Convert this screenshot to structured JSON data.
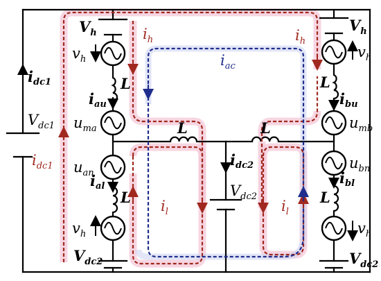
{
  "labels": {
    "vh_top_left": {
      "main": "V",
      "sub": "h"
    },
    "vh_top_right": {
      "main": "V",
      "sub": "h"
    },
    "vh_src_tl": {
      "main": "v",
      "sub": "h"
    },
    "vh_src_tr": {
      "main": "v",
      "sub": "h"
    },
    "vh_src_bl": {
      "main": "v",
      "sub": "h"
    },
    "vh_src_br": {
      "main": "v",
      "sub": "h"
    },
    "L_au": "L",
    "L_bu": "L",
    "L_al": "L",
    "L_bl": "L",
    "L_mid_left": "L",
    "L_mid_right": "L",
    "i_au": {
      "main": "i",
      "sub": "au"
    },
    "i_bu": {
      "main": "i",
      "sub": "bu"
    },
    "i_al": {
      "main": "i",
      "sub": "al"
    },
    "i_bl": {
      "main": "i",
      "sub": "bl"
    },
    "u_ma": {
      "main": "u",
      "sub": "ma"
    },
    "u_mb": {
      "main": "u",
      "sub": "mb"
    },
    "u_an": {
      "main": "u",
      "sub": "an"
    },
    "u_bn": {
      "main": "u",
      "sub": "bn"
    },
    "i_dc1_top": {
      "main": "i",
      "sub": "dc1"
    },
    "V_dc1": {
      "main": "V",
      "sub": "dc1"
    },
    "i_dc1_red": {
      "main": "i",
      "sub": "dc1"
    },
    "i_dc2": {
      "main": "i",
      "sub": "dc2"
    },
    "V_dc2_mid": {
      "main": "V",
      "sub": "dc2"
    },
    "V_dc2_bl": {
      "main": "V",
      "sub": "dc2"
    },
    "V_dc2_br": {
      "main": "V",
      "sub": "dc2"
    },
    "i_h_left": {
      "main": "i",
      "sub": "h"
    },
    "i_h_right": {
      "main": "i",
      "sub": "h"
    },
    "i_ac": {
      "main": "i",
      "sub": "ac"
    },
    "i_l_left": {
      "main": "i",
      "sub": "l"
    },
    "i_l_right": {
      "main": "i",
      "sub": "l"
    }
  },
  "colors": {
    "wire": "#000000",
    "harmonic_loop": "#a0281e",
    "ac_loop": "#1f2d8c",
    "glow": "#f4c8d8"
  }
}
